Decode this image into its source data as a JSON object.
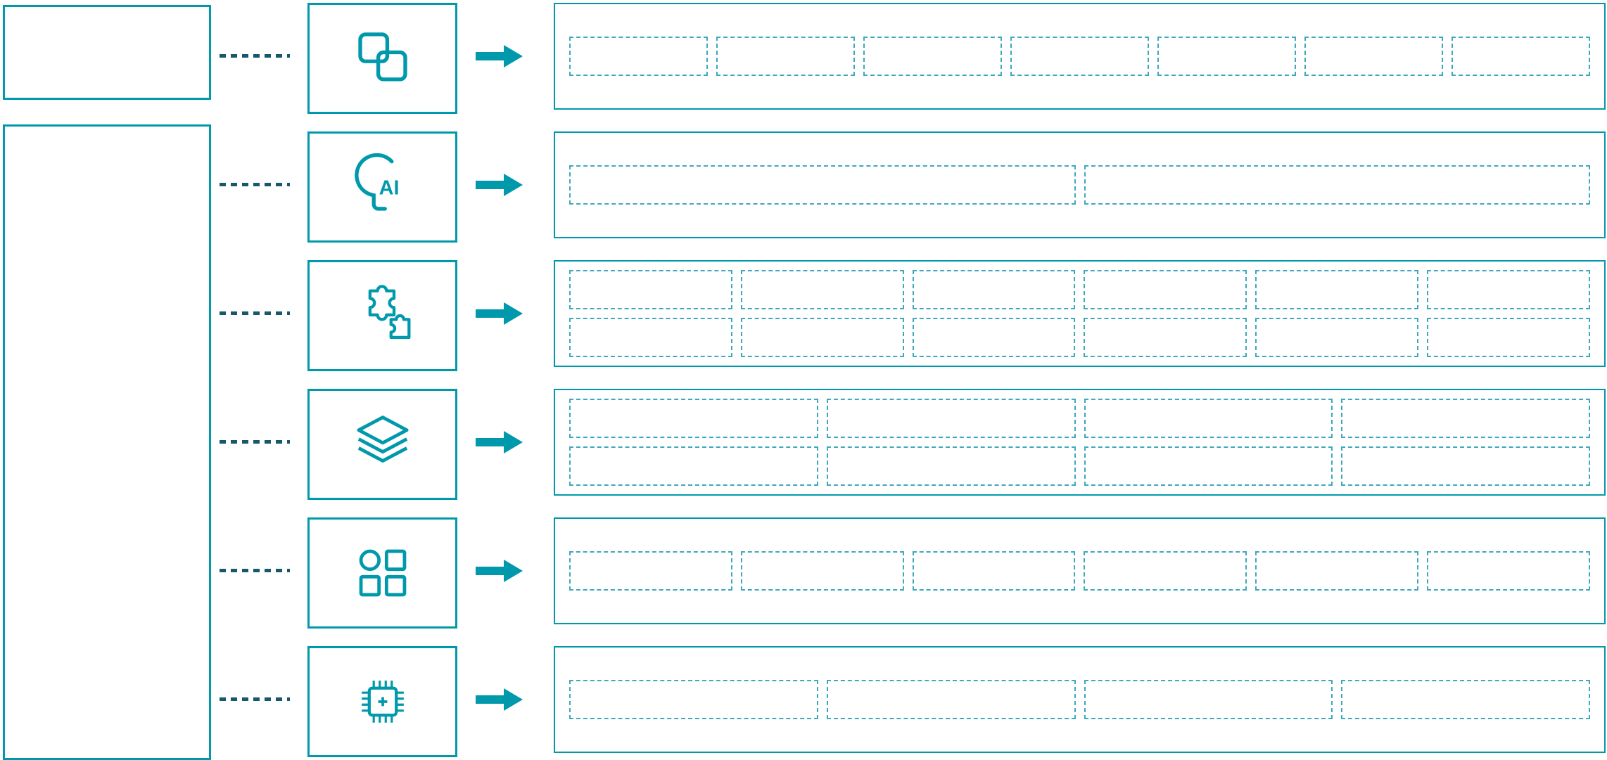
{
  "diagram": {
    "colors": {
      "accent": "#0099AB",
      "dashed": "#3FA9BC",
      "connector": "#17596B"
    },
    "left_panel": {
      "top_box": {
        "label": ""
      },
      "main_box": {
        "label": ""
      }
    },
    "rows": [
      {
        "icon": "overlapping-squares-icon",
        "icon_text": "",
        "placeholder_rows": 1,
        "placeholder_cols": 7
      },
      {
        "icon": "ai-head-icon",
        "icon_text": "AI",
        "placeholder_rows": 1,
        "placeholder_cols": 2
      },
      {
        "icon": "puzzle-pieces-icon",
        "icon_text": "",
        "placeholder_rows": 2,
        "placeholder_cols": 6
      },
      {
        "icon": "layers-icon",
        "icon_text": "",
        "placeholder_rows": 2,
        "placeholder_cols": 4
      },
      {
        "icon": "app-grid-icon",
        "icon_text": "",
        "placeholder_rows": 1,
        "placeholder_cols": 6
      },
      {
        "icon": "chip-icon",
        "icon_text": "",
        "placeholder_rows": 1,
        "placeholder_cols": 4
      }
    ]
  }
}
